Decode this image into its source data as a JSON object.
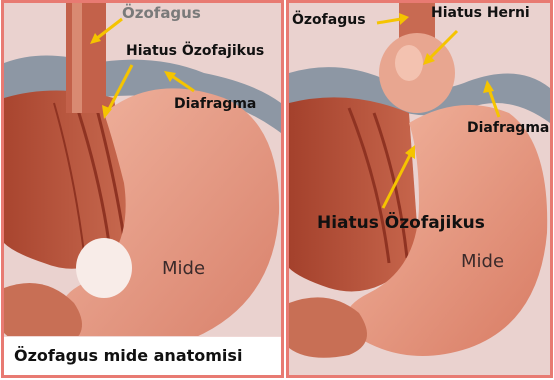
{
  "left": {
    "labels": {
      "esophagus": "Özofagus",
      "hiatus": "Hiatus Özofajikus",
      "diaphragm": "Diafragma",
      "stomach": "Mide"
    },
    "caption": "Özofagus mide anatomisi"
  },
  "right": {
    "labels": {
      "esophagus": "Özofagus",
      "hernia": "Hiatus Herni",
      "diaphragm": "Diafragma",
      "hiatus": "Hiatus Özofajikus",
      "stomach": "Mide"
    }
  },
  "colors": {
    "frame": "#e87a72",
    "arrow": "#f5c400",
    "muscle": "#b8563e",
    "stomach": "#e6a08a",
    "diaphragm_gray": "#8d97a4"
  }
}
